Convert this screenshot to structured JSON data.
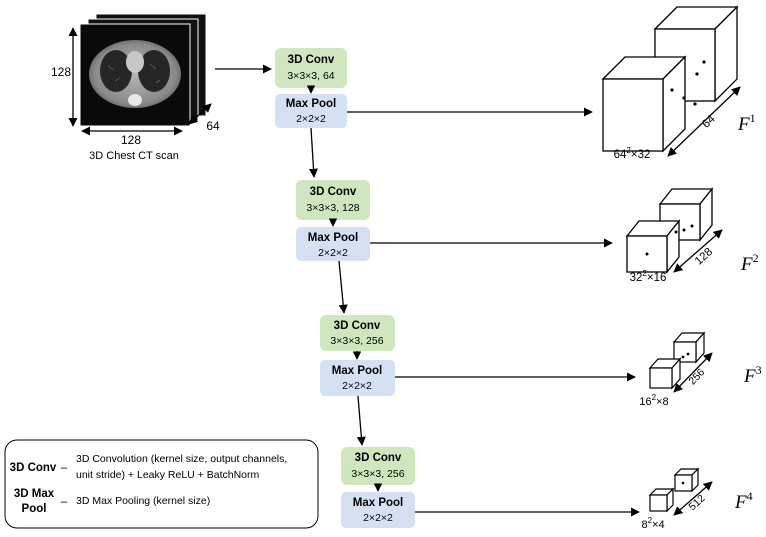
{
  "ct_scan": {
    "height_label": "128",
    "width_label": "128",
    "depth_label": "64",
    "caption": "3D Chest CT scan"
  },
  "blocks": [
    {
      "conv_title": "3D Conv",
      "conv_params": "3×3×3, 64",
      "pool_title": "Max Pool",
      "pool_params": "2×2×2",
      "size_base": "64",
      "size_exp": "2",
      "size_tail": "×32",
      "channels": "64",
      "feature_base": "F",
      "feature_sup": "1"
    },
    {
      "conv_title": "3D Conv",
      "conv_params": "3×3×3, 128",
      "pool_title": "Max Pool",
      "pool_params": "2×2×2",
      "size_base": "32",
      "size_exp": "2",
      "size_tail": "×16",
      "channels": "128",
      "feature_base": "F",
      "feature_sup": "2"
    },
    {
      "conv_title": "3D Conv",
      "conv_params": "3×3×3, 256",
      "pool_title": "Max Pool",
      "pool_params": "2×2×2",
      "size_base": "16",
      "size_exp": "2",
      "size_tail": "×8",
      "channels": "256",
      "feature_base": "F",
      "feature_sup": "3"
    },
    {
      "conv_title": "3D Conv",
      "conv_params": "3×3×3, 256",
      "pool_title": "Max Pool",
      "pool_params": "2×2×2",
      "size_base": "8",
      "size_exp": "2",
      "size_tail": "×4",
      "channels": "512",
      "feature_base": "F",
      "feature_sup": "4"
    }
  ],
  "legend": {
    "conv_term_line1": "3D Conv",
    "conv_dash": "–",
    "conv_desc_line1": "3D Convolution (kernel size, output channels,",
    "conv_desc_line2": "unit stride) + Leaky ReLU + BatchNorm",
    "pool_term_line1": "3D Max",
    "pool_term_line2": "Pool",
    "pool_dash": "–",
    "pool_desc": "3D Max Pooling (kernel size)"
  },
  "colors": {
    "conv_fill": "#cfe6bf",
    "pool_fill": "#d5e1f2",
    "line": "#000000",
    "ct_background": "#0a0a0a",
    "lung": "#2a2a2a",
    "body_tissue": "#9a9a9a"
  }
}
